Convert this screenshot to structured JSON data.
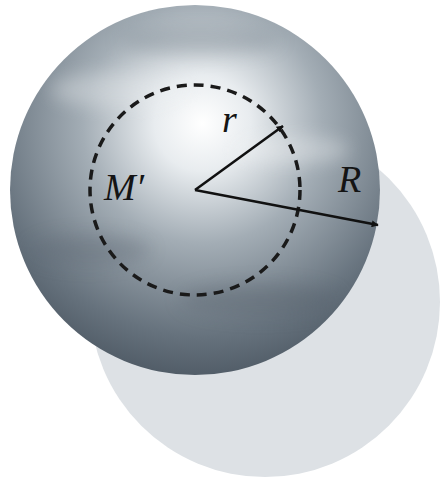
{
  "diagram": {
    "labels": [
      "M′",
      "r",
      "R"
    ]
  }
}
